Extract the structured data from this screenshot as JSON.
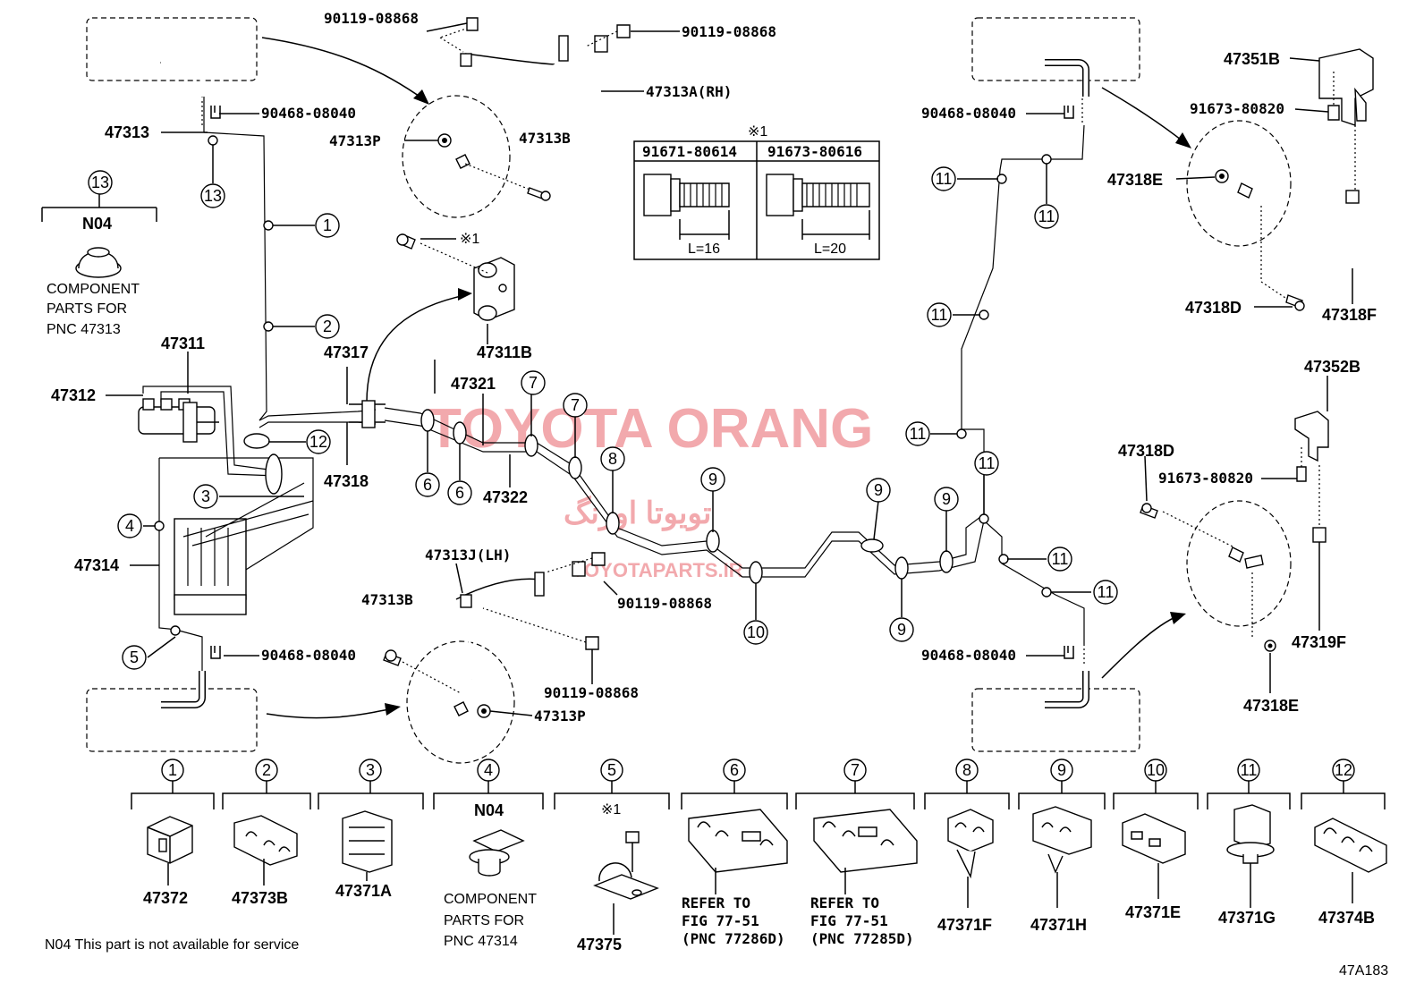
{
  "watermark": {
    "main": "TOYOTA ORANG",
    "arabic": "تويوتا اورنگ",
    "site": "TOYOTAPARTS.IR"
  },
  "table": {
    "mark": "※1",
    "col1": "91671-80614",
    "col2": "91673-80616",
    "len1": "L=16",
    "len2": "L=20"
  },
  "n04": {
    "code": "N04",
    "line1": "COMPONENT",
    "line2": "PARTS FOR",
    "line3_top": "PNC 47313",
    "line3_bottom": "PNC 47314",
    "circle": "13"
  },
  "note": "N04 This part is not available for service",
  "figure_code": "47A183",
  "labels": {
    "p47313": "47313",
    "p47311": "47311",
    "p47312": "47312",
    "p47314": "47314",
    "p47317": "47317",
    "p47318": "47318",
    "p47321": "47321",
    "p47322": "47322",
    "p47311B": "47311B",
    "p47313P_top": "47313P",
    "p47313B_top": "47313B",
    "p47313A": "47313A(RH)",
    "p47313J": "47313J(LH)",
    "p47313B_bot": "47313B",
    "p47313P_bot": "47313P",
    "b90119_a": "90119-08868",
    "b90119_b": "90119-08868",
    "b90119_c": "90119-08868",
    "b90119_d": "90119-08868",
    "c90468_a": "90468-08040",
    "c90468_b": "90468-08040",
    "c90468_c": "90468-08040",
    "c90468_d": "90468-08040",
    "p47351B": "47351B",
    "b91673_a": "91673-80820",
    "p47318E_a": "47318E",
    "p47318D_a": "47318D",
    "p47318F": "47318F",
    "p47352B": "47352B",
    "p47318D_b": "47318D",
    "b91673_b": "91673-80820",
    "p47319F": "47319F",
    "p47318E_b": "47318E",
    "mark1": "※1"
  },
  "circles": [
    "1",
    "2",
    "3",
    "4",
    "5",
    "6",
    "7",
    "8",
    "9",
    "10",
    "11",
    "12",
    "13"
  ],
  "bottom_parts": [
    {
      "n": "1",
      "pn": "47372"
    },
    {
      "n": "2",
      "pn": "47373B"
    },
    {
      "n": "3",
      "pn": "47371A"
    },
    {
      "n": "4",
      "pn": "N04"
    },
    {
      "n": "5",
      "pn": "47375",
      "mark": "※1"
    },
    {
      "n": "6",
      "ref1": "REFER TO",
      "ref2": "FIG 77-51",
      "ref3": "(PNC 77286D)"
    },
    {
      "n": "7",
      "ref1": "REFER TO",
      "ref2": "FIG 77-51",
      "ref3": "(PNC 77285D)"
    },
    {
      "n": "8",
      "pn": "47371F"
    },
    {
      "n": "9",
      "pn": "47371H"
    },
    {
      "n": "10",
      "pn": "47371E"
    },
    {
      "n": "11",
      "pn": "47371G"
    },
    {
      "n": "12",
      "pn": "47374B"
    }
  ],
  "bottom_n04": {
    "line1": "COMPONENT",
    "line2": "PARTS FOR",
    "line3": "PNC 47314"
  }
}
